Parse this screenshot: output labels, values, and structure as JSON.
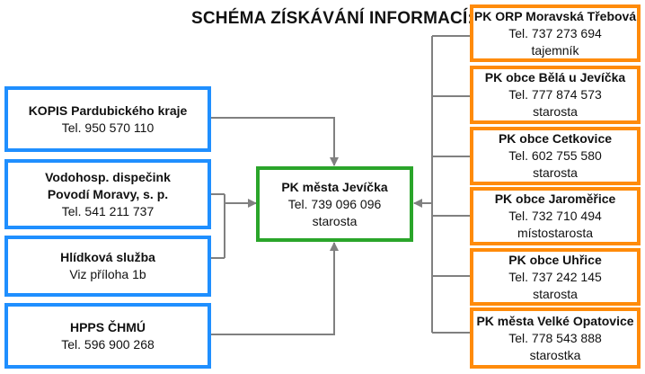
{
  "title": "SCHÉMA ZÍSKÁVÁNÍ INFORMACÍ:",
  "colors": {
    "left_border": "#1f8fff",
    "right_border": "#ff8b0a",
    "center_border": "#2aa52a",
    "connector": "#808080"
  },
  "left_boxes": [
    {
      "lines": [
        "KOPIS Pardubického kraje",
        "Tel. 950 570 110"
      ]
    },
    {
      "lines": [
        "Vodohosp. dispečink",
        "Povodí Moravy, s. p.",
        "Tel. 541 211 737"
      ]
    },
    {
      "lines": [
        "Hlídková služba",
        "Viz příloha 1b"
      ]
    },
    {
      "lines": [
        "HPPS ČHMÚ",
        "Tel. 596 900 268"
      ]
    }
  ],
  "center_box": {
    "lines": [
      "PK města Jevíčka",
      "Tel. 739 096 096",
      "starosta"
    ]
  },
  "right_boxes": [
    {
      "lines": [
        "PK ORP Moravská Třebová",
        "Tel. 737 273 694",
        "tajemník"
      ]
    },
    {
      "lines": [
        "PK obce Bělá u Jevíčka",
        "Tel. 777 874 573",
        "starosta"
      ]
    },
    {
      "lines": [
        "PK obce Cetkovice",
        "Tel. 602 755 580",
        "starosta"
      ]
    },
    {
      "lines": [
        "PK obce Jaroměřice",
        "Tel. 732 710 494",
        "místostarosta"
      ]
    },
    {
      "lines": [
        "PK obce Uhřice",
        "Tel. 737 242 145",
        "starosta"
      ]
    },
    {
      "lines": [
        "PK města Velké Opatovice",
        "Tel. 778 543 888",
        "starostka"
      ]
    }
  ]
}
